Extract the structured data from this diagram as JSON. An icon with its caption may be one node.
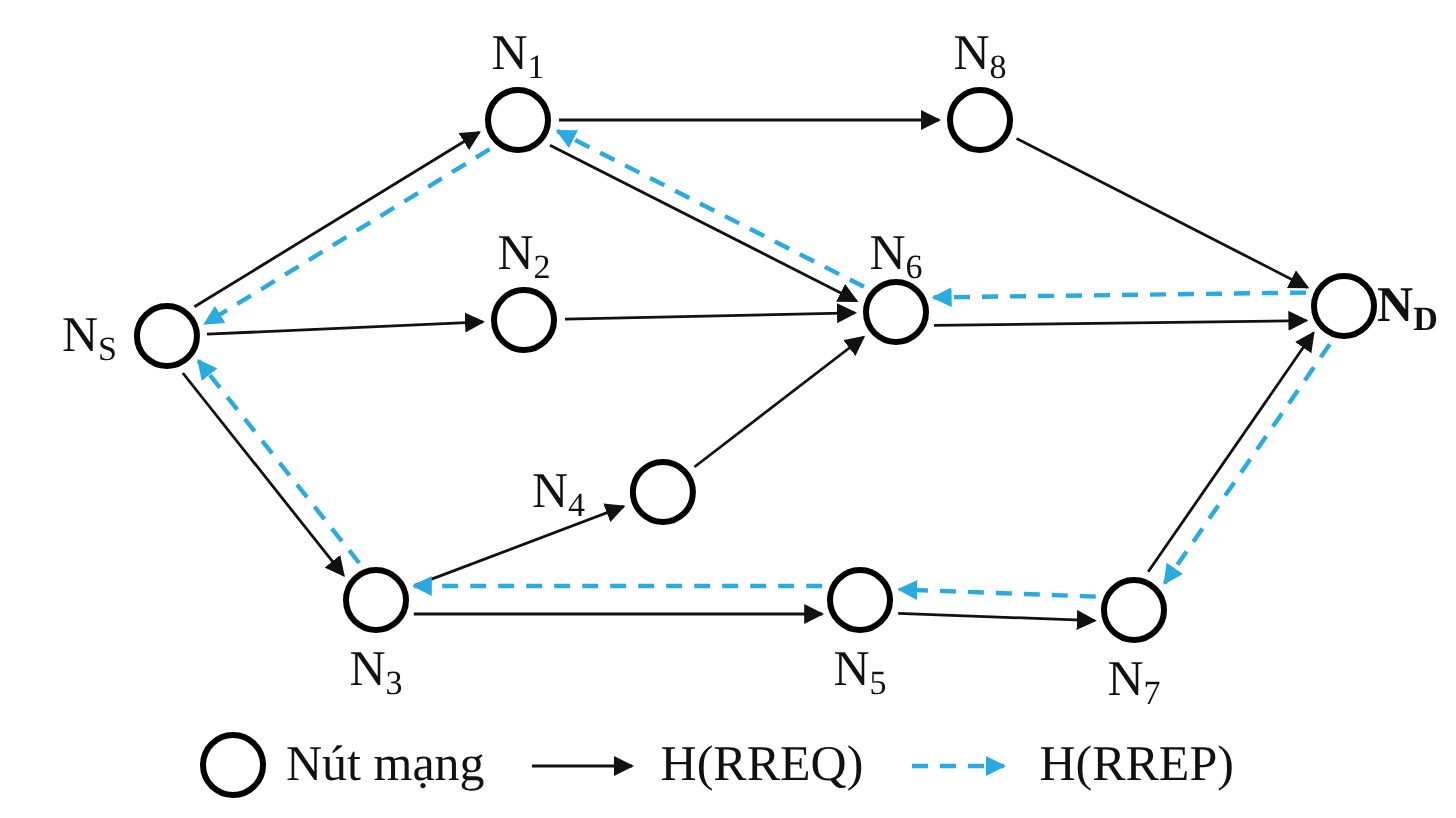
{
  "diagram": {
    "nodes": [
      {
        "text": [
          "N$_{S}$"
        ]
      },
      {
        "text": [
          "N$_{1}$"
        ]
      },
      {
        "text": [
          "N$_{2}$"
        ]
      },
      {
        "text": [
          "N$_{3}$"
        ]
      },
      {
        "text": [
          "N$_{4}$"
        ]
      },
      {
        "text": [
          "N$_{5}$"
        ]
      },
      {
        "text": [
          "N$_{6}$"
        ]
      },
      {
        "text": [
          "N$_{7}$"
        ]
      },
      {
        "text": [
          "N$_{8}$"
        ]
      },
      {
        "text": [
          "N$_{D}$"
        ]
      }
    ],
    "edges": [
      {
        "from": 0,
        "to": 1,
        "arrow": "to"
      },
      {
        "from": 0,
        "to": 2,
        "arrow": "to"
      },
      {
        "from": 0,
        "to": 3,
        "arrow": "to"
      },
      {
        "from": 1,
        "to": 8,
        "arrow": "to"
      },
      {
        "from": 1,
        "to": 6,
        "arrow": "to"
      },
      {
        "from": 2,
        "to": 6,
        "arrow": "to"
      },
      {
        "from": 3,
        "to": 4,
        "arrow": "to"
      },
      {
        "from": 3,
        "to": 5,
        "arrow": "to"
      },
      {
        "from": 4,
        "to": 6,
        "arrow": "to"
      },
      {
        "from": 5,
        "to": 7,
        "arrow": "to"
      },
      {
        "from": 6,
        "to": 9,
        "arrow": "to"
      },
      {
        "from": 8,
        "to": 9,
        "arrow": "to"
      },
      {
        "from": 7,
        "to": 9,
        "arrow": "to"
      },
      {
        "from": 9,
        "to": 6,
        "arrow": "to",
        "style": "dashed",
        "color": "#29abe2"
      },
      {
        "from": 6,
        "to": 1,
        "arrow": "to",
        "style": "dashed",
        "color": "#29abe2"
      },
      {
        "from": 1,
        "to": 0,
        "arrow": "to",
        "style": "dashed",
        "color": "#29abe2"
      },
      {
        "from": 9,
        "to": 7,
        "arrow": "to",
        "style": "dashed",
        "color": "#29abe2"
      },
      {
        "from": 7,
        "to": 5,
        "arrow": "to",
        "style": "dashed",
        "color": "#29abe2"
      },
      {
        "from": 5,
        "to": 3,
        "arrow": "to",
        "style": "dashed",
        "color": "#29abe2"
      },
      {
        "from": 3,
        "to": 0,
        "arrow": "to",
        "style": "dashed",
        "color": "#29abe2"
      }
    ],
    "legend": [
      {
        "text": "Nút mạng"
      },
      {
        "text": "H(RREQ)"
      },
      {
        "text": "H(RREP)"
      }
    ]
  }
}
